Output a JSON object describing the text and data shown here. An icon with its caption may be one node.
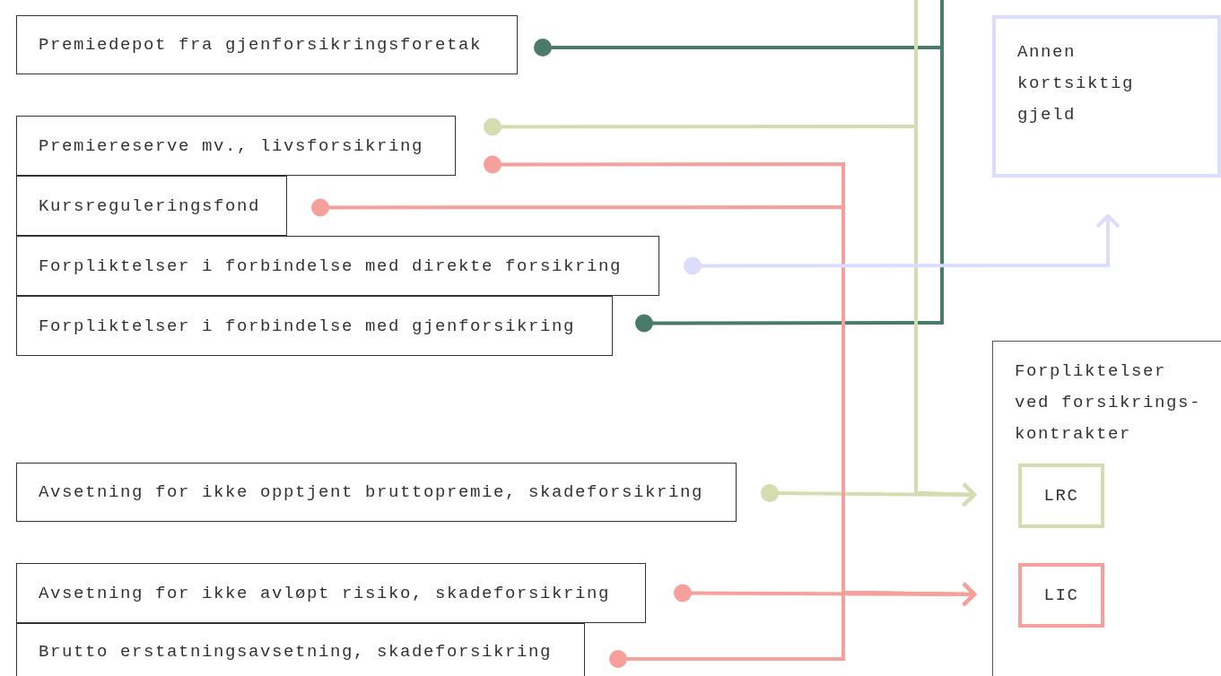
{
  "diagram": {
    "nodes": [
      {
        "text": [
          "Premiedepot fra gjenforsikringsforetak"
        ]
      },
      {
        "text": [
          "Premiereserve mv., livsforsikring"
        ]
      },
      {
        "text": [
          "Kursreguleringsfond"
        ]
      },
      {
        "text": [
          "Forpliktelser i forbindelse med direkte forsikring"
        ]
      },
      {
        "text": [
          "Forpliktelser i forbindelse med gjenforsikring"
        ]
      },
      {
        "text": [
          "Avsetning for ikke opptjent bruttopremie, skadeforsikring"
        ]
      },
      {
        "text": [
          "Avsetning for ikke avløpt risiko, skadeforsikring"
        ]
      },
      {
        "text": [
          "Brutto erstatningsavsetning, skadeforsikring"
        ]
      },
      {
        "text": [
          "Annen kortsiktig gjeld"
        ]
      },
      {
        "text": [
          "Forpliktelser ved forsikrings-kontrakter"
        ]
      },
      {
        "text": [
          "LRC"
        ],
        "in": 9
      },
      {
        "text": [
          "LIC"
        ],
        "in": 9
      }
    ],
    "edges": [
      {
        "from": 0,
        "to": null,
        "arrow": "other",
        "color": "#4a7a6a"
      },
      {
        "from": 4,
        "to": null,
        "arrow": "other",
        "color": "#4a7a6a"
      },
      {
        "from": 1,
        "to": 10,
        "arrow": "to",
        "color": "#d4dcb0"
      },
      {
        "from": null,
        "to": 10,
        "arrow": "to",
        "color": "#d4dcb0"
      },
      {
        "from": 5,
        "to": 10,
        "arrow": "to",
        "color": "#d4dcb0"
      },
      {
        "from": 1,
        "to": 11,
        "arrow": "to",
        "color": "#f5a09a"
      },
      {
        "from": 2,
        "to": 11,
        "arrow": "to",
        "color": "#f5a09a"
      },
      {
        "from": 7,
        "to": 11,
        "arrow": "to",
        "color": "#f5a09a"
      },
      {
        "from": 6,
        "to": 11,
        "arrow": "to",
        "color": "#f5a09a"
      },
      {
        "from": 3,
        "to": 8,
        "arrow": "to",
        "color": "#dcdcfc"
      }
    ]
  }
}
